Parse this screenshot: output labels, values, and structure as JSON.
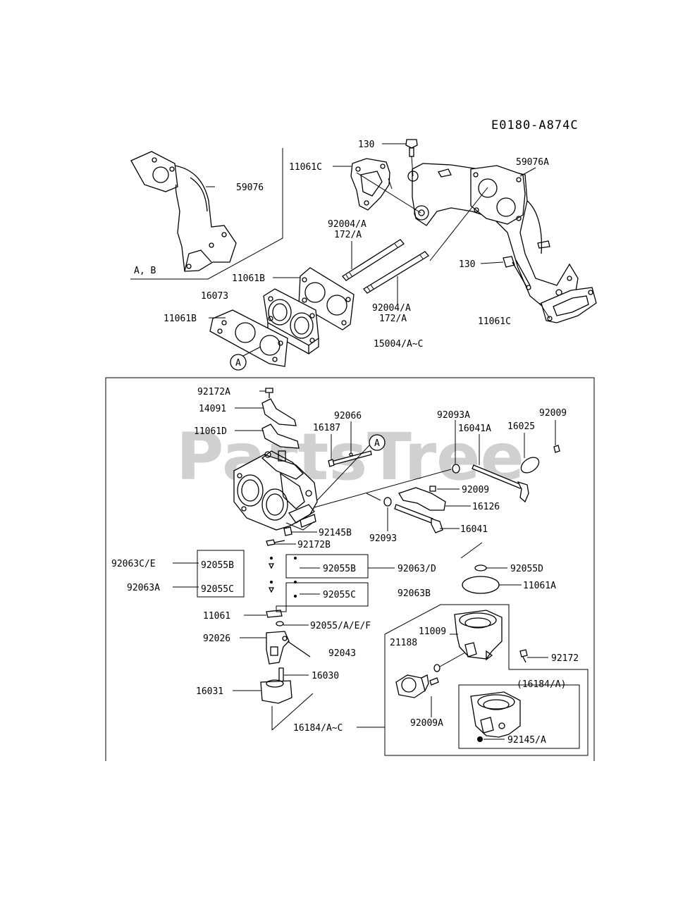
{
  "diagram_code": "E0180-A874C",
  "watermark": "PartsTree",
  "callout_a": "A",
  "labels": [
    "130",
    "11061C",
    "59076A",
    "59076",
    "92004/A",
    "172/A",
    "A, B",
    "11061B",
    "16073",
    "11061B",
    "92004/A",
    "172/A",
    "130",
    "11061C",
    "15004/A~C",
    "92172A",
    "14091",
    "92066",
    "16187",
    "11061D",
    "92093A",
    "16041A",
    "16025",
    "92009",
    "92009",
    "16126",
    "16041",
    "92145B",
    "92093",
    "92172B",
    "92063C/E",
    "92055B",
    "92055B",
    "92063/D",
    "92055D",
    "92063A",
    "92055C",
    "92055C",
    "11061A",
    "92063B",
    "11061",
    "92055/A/E/F",
    "11009",
    "21188",
    "92026",
    "92043",
    "92172",
    "16030",
    "(16184/A)",
    "16031",
    "92009A",
    "16184/A~C",
    "92145/A"
  ]
}
